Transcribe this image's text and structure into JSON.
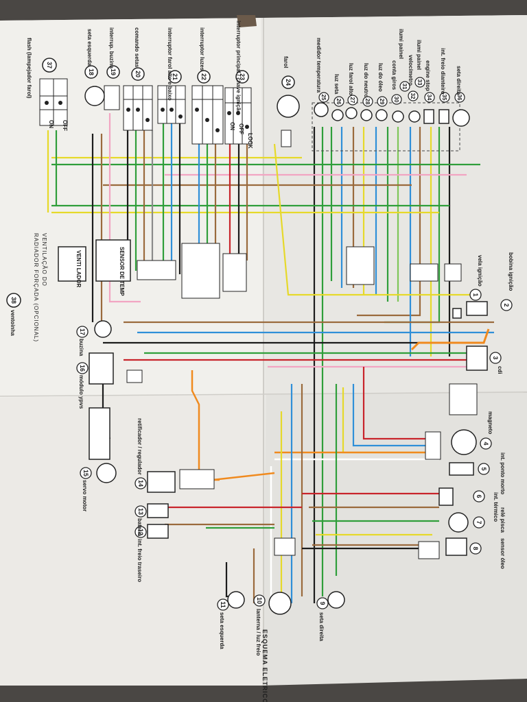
{
  "diagram": {
    "title": "ESQUEMA ELETRICO",
    "fan_note_lines": [
      "VENTILAÇÃO DO",
      "RADIADOR FORÇADA (OPCIONAL)"
    ],
    "fan_box_label": "VENTI LADOR",
    "sensor_box_label": "SENSOR DE TEMP",
    "switch_headers": {
      "lights": [
        "ON",
        "OFF"
      ],
      "ignition": [
        "ON",
        "OFF",
        "LOCK"
      ]
    },
    "wire_colors": {
      "black": "#1c1c1c",
      "brown": "#9a6a3c",
      "green": "#2f9e3a",
      "yellow": "#e6d92a",
      "blue": "#2f8fd8",
      "red": "#c8242b",
      "orange": "#f08a1e",
      "pink": "#f2a5c2",
      "white": "#ffffff",
      "gray": "#8a8a8a",
      "lightgreen": "#7fc65a"
    },
    "components": [
      {
        "num": "2",
        "label": "bobina ignição"
      },
      {
        "num": "1",
        "label": "vela ignição"
      },
      {
        "num": "3",
        "label": "cdi"
      },
      {
        "num": "4",
        "label": "magneto"
      },
      {
        "num": "5",
        "label": "int. ponto morto"
      },
      {
        "num": "6",
        "label": "int. térmico"
      },
      {
        "num": "7",
        "label": "relé pisca"
      },
      {
        "num": "8",
        "label": "sensor óleo"
      },
      {
        "num": "9",
        "label": "seta direita"
      },
      {
        "num": "10",
        "label": "lanterna / luz freio"
      },
      {
        "num": "11",
        "label": "seta esquerda"
      },
      {
        "num": "12",
        "label": "int. freio traseiro"
      },
      {
        "num": "13",
        "label": "bateria"
      },
      {
        "num": "14",
        "label": "retificador / regulador"
      },
      {
        "num": "15",
        "label": "servo motor"
      },
      {
        "num": "16",
        "label": "módulo ypvs"
      },
      {
        "num": "17",
        "label": "buzina"
      },
      {
        "num": "18",
        "label": "seta esquerda"
      },
      {
        "num": "19",
        "label": "interrup. buzina"
      },
      {
        "num": "20",
        "label": "comando setas"
      },
      {
        "num": "21",
        "label": "interruptor farol alto e baixo"
      },
      {
        "num": "22",
        "label": "interruptor luzes"
      },
      {
        "num": "23",
        "label": "interruptor principal / chave ignição"
      },
      {
        "num": "24",
        "label": "farol"
      },
      {
        "num": "25",
        "label": "medidor temperatura"
      },
      {
        "num": "26",
        "label": "luz seta"
      },
      {
        "num": "27",
        "label": "luz farol alto"
      },
      {
        "num": "28",
        "label": "luz do neutro"
      },
      {
        "num": "29",
        "label": "luz do óleo"
      },
      {
        "num": "30",
        "label": "conta giros"
      },
      {
        "num": "31",
        "label": "ilumi painel"
      },
      {
        "num": "32",
        "label": "velocímetro"
      },
      {
        "num": "33",
        "label": "ilumi painel"
      },
      {
        "num": "34",
        "label": "engine stop"
      },
      {
        "num": "35",
        "label": "int. freio dianteiro"
      },
      {
        "num": "36",
        "label": "seta direita"
      },
      {
        "num": "37",
        "label": "flash (lampejador farol)"
      },
      {
        "num": "38",
        "label": "ventoinha"
      }
    ]
  }
}
